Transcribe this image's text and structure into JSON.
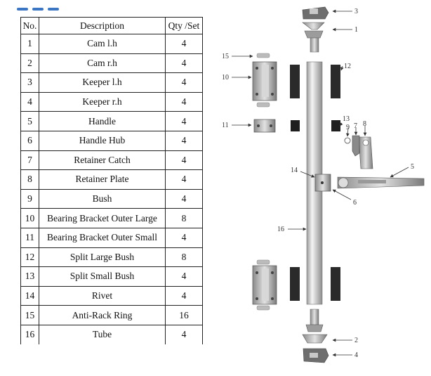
{
  "table": {
    "headers": {
      "no": "No.",
      "description": "Description",
      "qty": "Qty /Set"
    },
    "rows": [
      {
        "no": "1",
        "description": "Cam l.h",
        "qty": "4"
      },
      {
        "no": "2",
        "description": "Cam r.h",
        "qty": "4"
      },
      {
        "no": "3",
        "description": "Keeper l.h",
        "qty": "4"
      },
      {
        "no": "4",
        "description": "Keeper r.h",
        "qty": "4"
      },
      {
        "no": "5",
        "description": "Handle",
        "qty": "4"
      },
      {
        "no": "6",
        "description": "Handle Hub",
        "qty": "4"
      },
      {
        "no": "7",
        "description": "Retainer Catch",
        "qty": "4"
      },
      {
        "no": "8",
        "description": "Retainer Plate",
        "qty": "4"
      },
      {
        "no": "9",
        "description": "Bush",
        "qty": "4"
      },
      {
        "no": "10",
        "description": "Bearing Bracket Outer Large",
        "qty": "8"
      },
      {
        "no": "11",
        "description": "Bearing Bracket Outer Small",
        "qty": "4"
      },
      {
        "no": "12",
        "description": "Split Large Bush",
        "qty": "8"
      },
      {
        "no": "13",
        "description": "Split Small Bush",
        "qty": "4"
      },
      {
        "no": "14",
        "description": "Rivet",
        "qty": "4"
      },
      {
        "no": "15",
        "description": "Anti-Rack Ring",
        "qty": "16"
      },
      {
        "no": "16",
        "description": "Tube",
        "qty": "4"
      }
    ]
  },
  "diagram": {
    "callouts": {
      "c1": "1",
      "c2": "2",
      "c3": "3",
      "c4": "4",
      "c5": "5",
      "c6": "6",
      "c7": "7",
      "c8": "8",
      "c9": "9",
      "c10": "10",
      "c11": "11",
      "c12": "12",
      "c13": "13",
      "c14": "14",
      "c15": "15",
      "c16": "16"
    }
  }
}
